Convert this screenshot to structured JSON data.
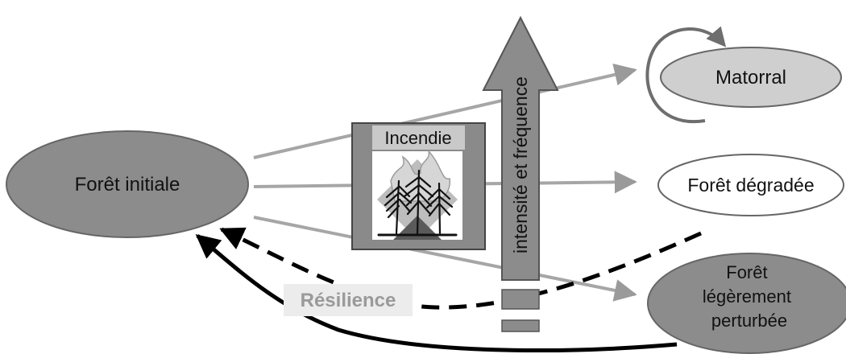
{
  "nodes": {
    "initial": "Forêt initiale",
    "matorral": "Matorral",
    "degraded": "Forêt dégradée",
    "perturbed_lines": [
      "Forêt",
      "légèrement",
      "perturbée"
    ]
  },
  "disturbance": {
    "label": "Incendie",
    "icon": "forest-fire-icon"
  },
  "gradient_arrow": {
    "label": "intensité et fréquence"
  },
  "resilience": {
    "label": "Résilience"
  },
  "colors": {
    "ellipse_dark": "#8c8c8c",
    "ellipse_light": "#cfcfcf",
    "ellipse_white": "#ffffff",
    "arrow_gray": "#a6a6a6",
    "box_fill": "#8a8a8a",
    "big_arrow": "#8c8c8c",
    "cycle_arrow": "#6e6e6e",
    "resilience_bg": "#ececec",
    "resilience_text": "#9a9a9a"
  }
}
